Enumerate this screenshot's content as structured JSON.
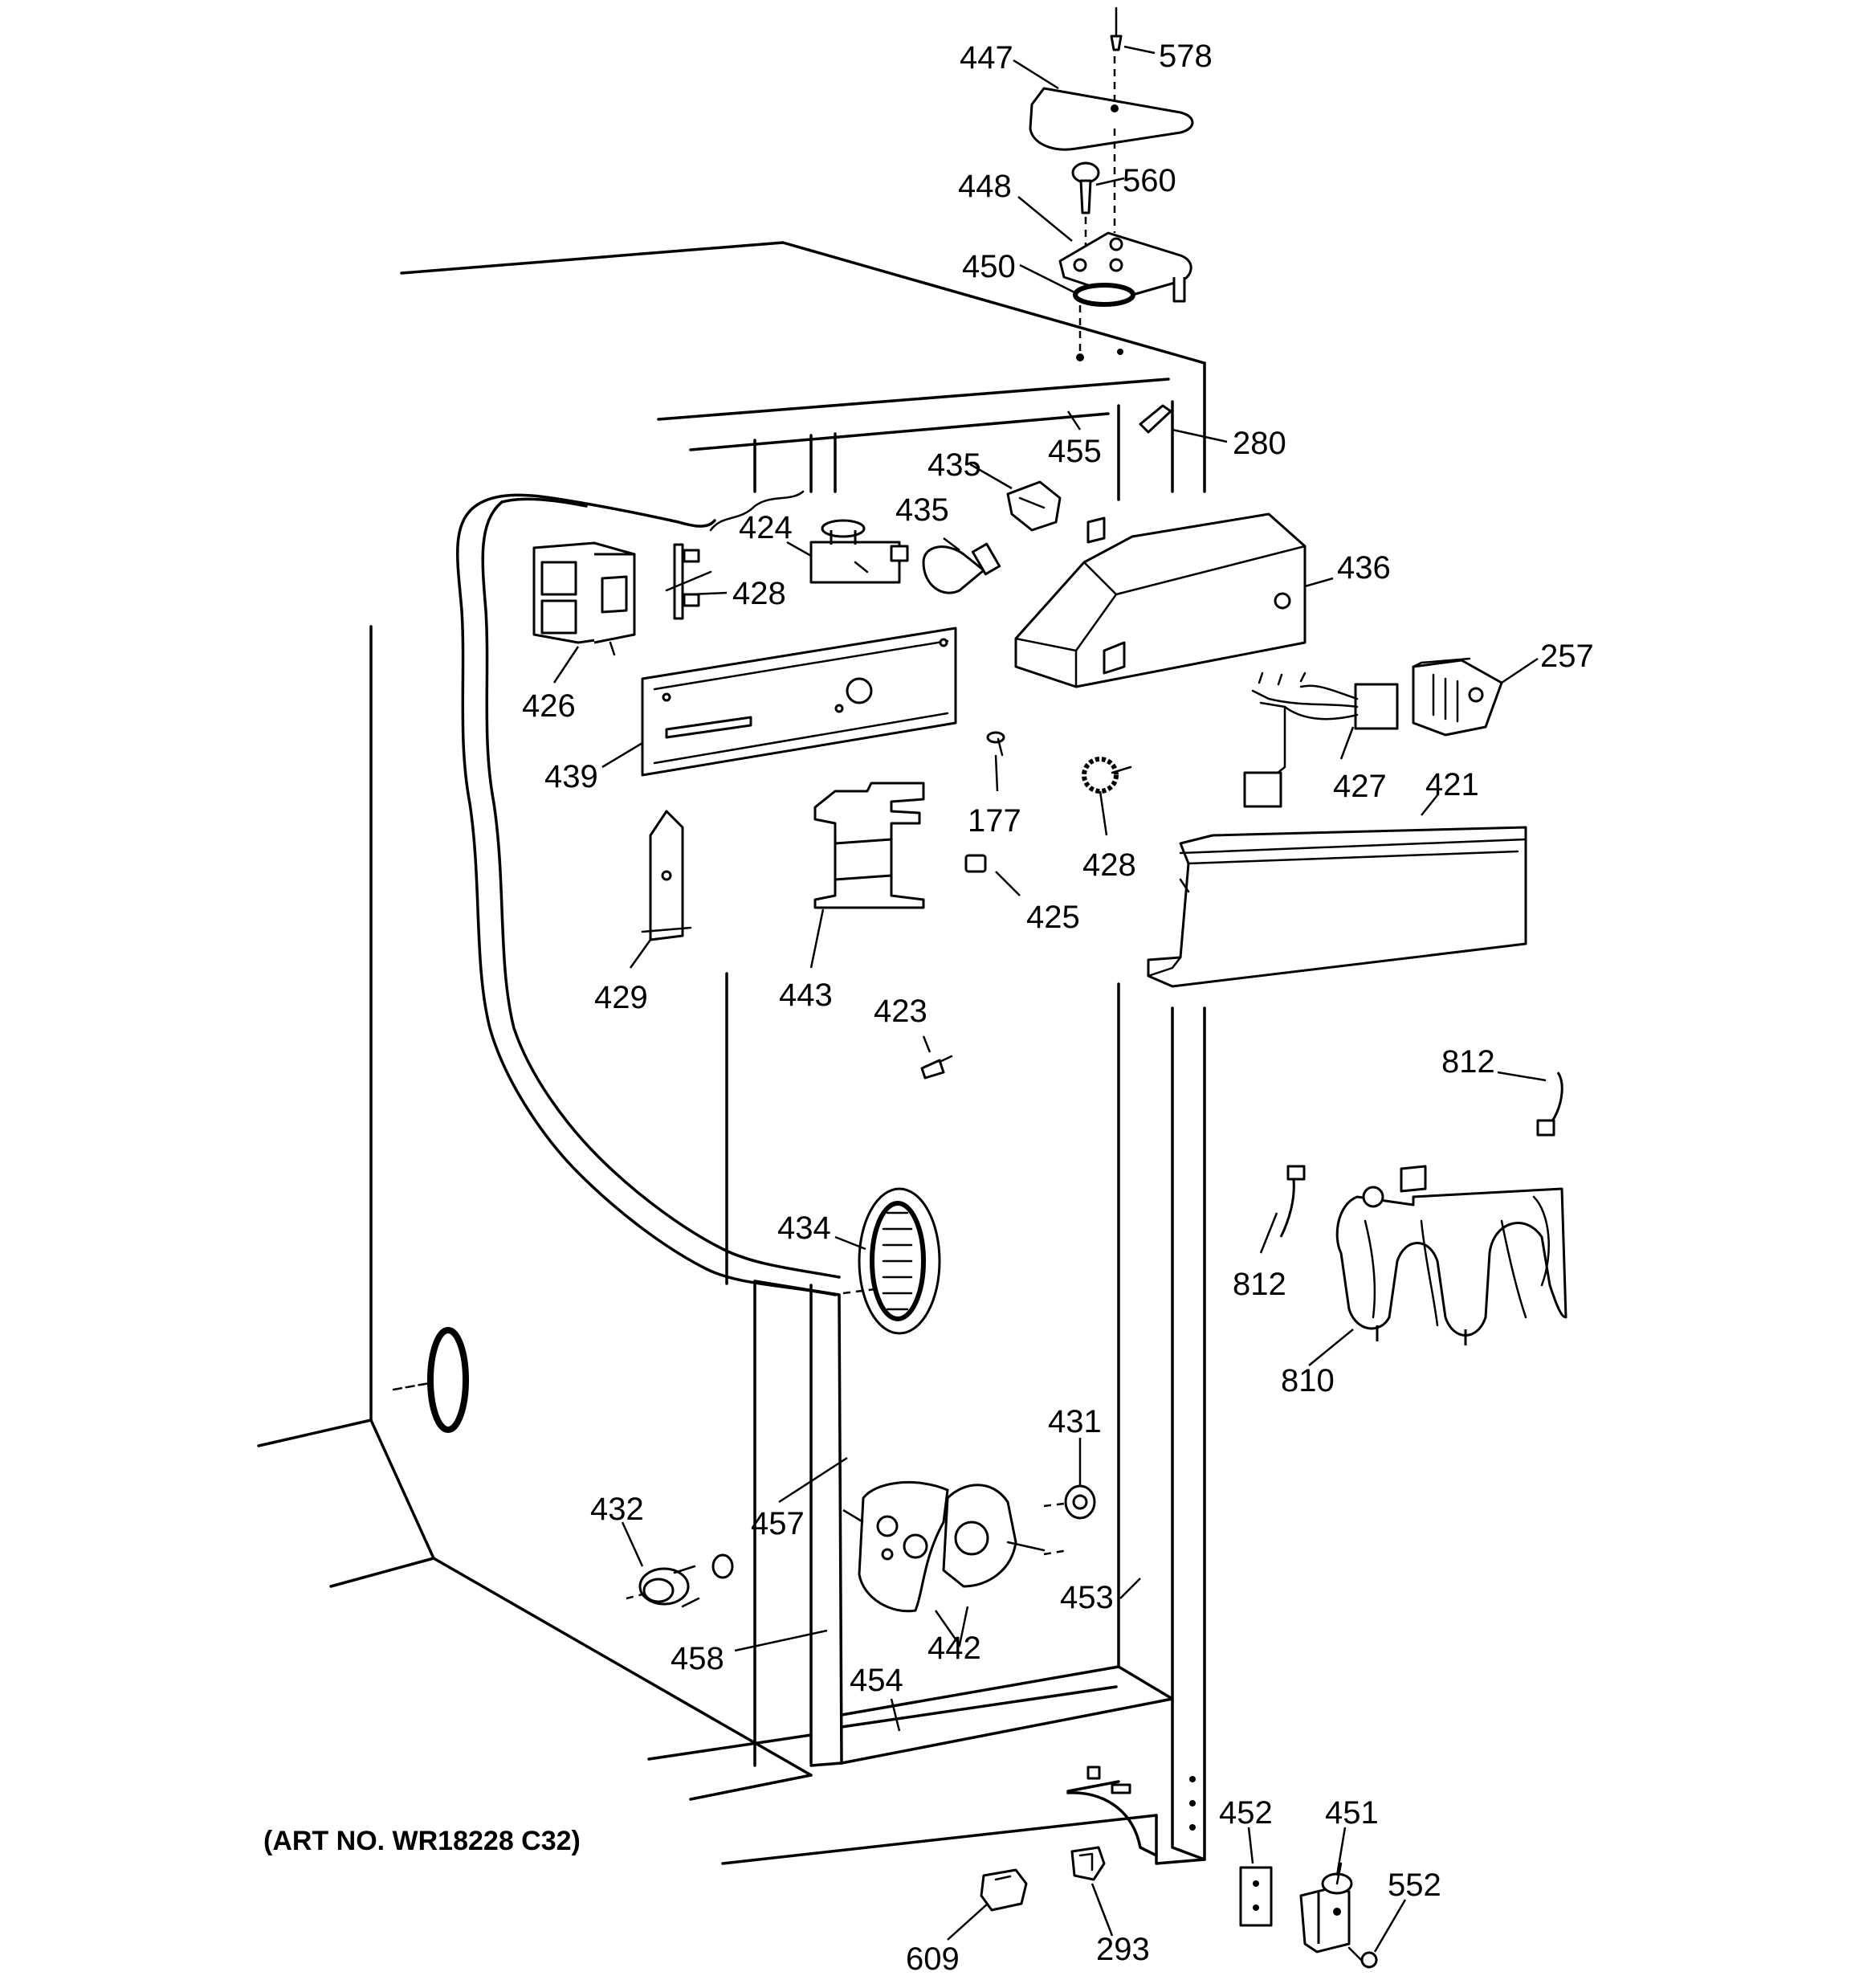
{
  "diagram": {
    "art_number": "(ART NO. WR18228 C32)",
    "callouts": [
      {
        "id": "c578",
        "text": "578"
      },
      {
        "id": "c447",
        "text": "447"
      },
      {
        "id": "c560",
        "text": "560"
      },
      {
        "id": "c448",
        "text": "448"
      },
      {
        "id": "c450",
        "text": "450"
      },
      {
        "id": "c455",
        "text": "455"
      },
      {
        "id": "c280",
        "text": "280"
      },
      {
        "id": "c435a",
        "text": "435"
      },
      {
        "id": "c435b",
        "text": "435"
      },
      {
        "id": "c424",
        "text": "424"
      },
      {
        "id": "c428a",
        "text": "428"
      },
      {
        "id": "c436",
        "text": "436"
      },
      {
        "id": "c426",
        "text": "426"
      },
      {
        "id": "c257",
        "text": "257"
      },
      {
        "id": "c439",
        "text": "439"
      },
      {
        "id": "c177",
        "text": "177"
      },
      {
        "id": "c427",
        "text": "427"
      },
      {
        "id": "c421",
        "text": "421"
      },
      {
        "id": "c428b",
        "text": "428"
      },
      {
        "id": "c425",
        "text": "425"
      },
      {
        "id": "c429",
        "text": "429"
      },
      {
        "id": "c443",
        "text": "443"
      },
      {
        "id": "c423",
        "text": "423"
      },
      {
        "id": "c812a",
        "text": "812"
      },
      {
        "id": "c812b",
        "text": "812"
      },
      {
        "id": "c434",
        "text": "434"
      },
      {
        "id": "c810",
        "text": "810"
      },
      {
        "id": "c431",
        "text": "431"
      },
      {
        "id": "c432",
        "text": "432"
      },
      {
        "id": "c457",
        "text": "457"
      },
      {
        "id": "c453",
        "text": "453"
      },
      {
        "id": "c458",
        "text": "458"
      },
      {
        "id": "c442",
        "text": "442"
      },
      {
        "id": "c454",
        "text": "454"
      },
      {
        "id": "c452",
        "text": "452"
      },
      {
        "id": "c451",
        "text": "451"
      },
      {
        "id": "c552",
        "text": "552"
      },
      {
        "id": "c609",
        "text": "609"
      },
      {
        "id": "c293",
        "text": "293"
      }
    ]
  }
}
